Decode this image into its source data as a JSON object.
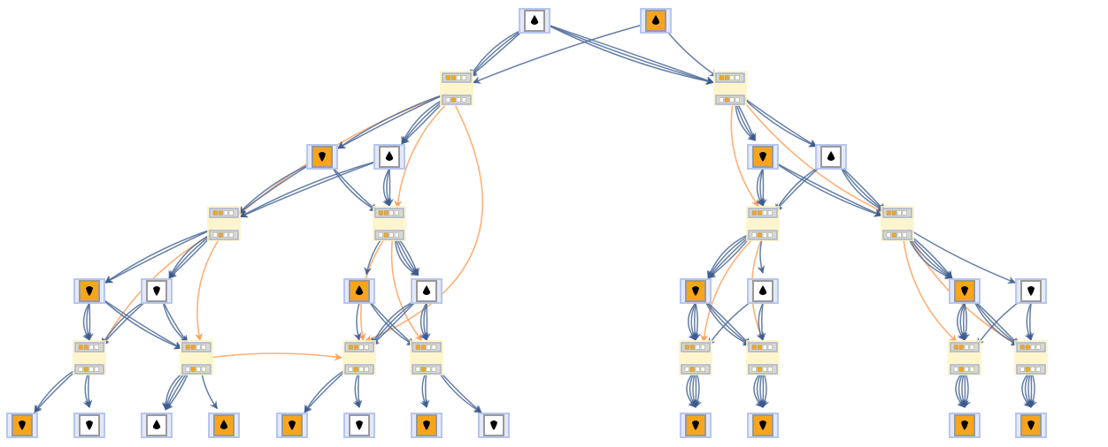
{
  "colors": {
    "state_edge": "#4a6898",
    "event_edge": "#ffa25e",
    "state_frame": "#b7c6ee",
    "state_border": "#9a9a9a",
    "event_bg": "#fff3c4",
    "orange": "#f7a51d",
    "white": "#ffffff",
    "drop": "#000000"
  },
  "states": [
    {
      "id": "s0",
      "fill": "white"
    },
    {
      "id": "s1",
      "fill": "orange"
    },
    {
      "id": "s2",
      "fill": "orange"
    },
    {
      "id": "s3",
      "fill": "white"
    },
    {
      "id": "s4",
      "fill": "orange"
    },
    {
      "id": "s5",
      "fill": "white"
    },
    {
      "id": "s6",
      "fill": "orange"
    },
    {
      "id": "s7",
      "fill": "white"
    },
    {
      "id": "s8",
      "fill": "orange"
    },
    {
      "id": "s9",
      "fill": "white"
    },
    {
      "id": "s10",
      "fill": "orange"
    },
    {
      "id": "s11",
      "fill": "white"
    },
    {
      "id": "s12",
      "fill": "orange"
    },
    {
      "id": "s13",
      "fill": "white"
    },
    {
      "id": "s14",
      "fill": "orange"
    },
    {
      "id": "s15",
      "fill": "white"
    },
    {
      "id": "s16",
      "fill": "white"
    },
    {
      "id": "s17",
      "fill": "orange"
    },
    {
      "id": "s18",
      "fill": "orange"
    },
    {
      "id": "s19",
      "fill": "white"
    },
    {
      "id": "s20",
      "fill": "orange"
    },
    {
      "id": "s21",
      "fill": "white"
    },
    {
      "id": "s22",
      "fill": "orange"
    },
    {
      "id": "s23",
      "fill": "orange"
    },
    {
      "id": "s24",
      "fill": "orange"
    },
    {
      "id": "s25",
      "fill": "orange"
    }
  ],
  "events": [
    {
      "id": "e0"
    },
    {
      "id": "e1"
    },
    {
      "id": "e2"
    },
    {
      "id": "e3"
    },
    {
      "id": "e4"
    },
    {
      "id": "e5"
    },
    {
      "id": "e6"
    },
    {
      "id": "e7"
    },
    {
      "id": "e8"
    },
    {
      "id": "e9"
    },
    {
      "id": "e10"
    },
    {
      "id": "e11"
    },
    {
      "id": "e12"
    },
    {
      "id": "e13"
    }
  ],
  "state_edges": [
    [
      "s0",
      "e0",
      3
    ],
    [
      "s1",
      "e0",
      1
    ],
    [
      "s0",
      "e1",
      3
    ],
    [
      "s1",
      "e1",
      1
    ],
    [
      "e0",
      "s2",
      2
    ],
    [
      "e0",
      "s3",
      3
    ],
    [
      "e1",
      "s4",
      3
    ],
    [
      "e1",
      "s5",
      2
    ],
    [
      "s2",
      "e2",
      2
    ],
    [
      "s2",
      "e3",
      2
    ],
    [
      "s3",
      "e2",
      2
    ],
    [
      "s3",
      "e3",
      3
    ],
    [
      "s4",
      "e4",
      3
    ],
    [
      "s4",
      "e5",
      2
    ],
    [
      "s5",
      "e4",
      2
    ],
    [
      "s5",
      "e5",
      3
    ],
    [
      "e2",
      "s6",
      2
    ],
    [
      "e2",
      "s7",
      3
    ],
    [
      "e3",
      "s8",
      1
    ],
    [
      "e3",
      "s9",
      4
    ],
    [
      "e4",
      "s10",
      4
    ],
    [
      "e4",
      "s11",
      1
    ],
    [
      "e5",
      "s12",
      4
    ],
    [
      "e5",
      "s13",
      1
    ],
    [
      "s6",
      "e6",
      3
    ],
    [
      "s6",
      "e7",
      2
    ],
    [
      "s7",
      "e6",
      2
    ],
    [
      "s7",
      "e7",
      2
    ],
    [
      "s8",
      "e8",
      1
    ],
    [
      "s8",
      "e9",
      2
    ],
    [
      "s9",
      "e8",
      3
    ],
    [
      "s9",
      "e9",
      3
    ],
    [
      "s10",
      "e10",
      4
    ],
    [
      "s10",
      "e11",
      3
    ],
    [
      "s11",
      "e10",
      1
    ],
    [
      "s11",
      "e11",
      2
    ],
    [
      "s12",
      "e12",
      4
    ],
    [
      "s12",
      "e13",
      3
    ],
    [
      "s13",
      "e12",
      1
    ],
    [
      "s13",
      "e13",
      2
    ],
    [
      "e6",
      "s14",
      2
    ],
    [
      "e6",
      "s15",
      2
    ],
    [
      "e7",
      "s16",
      4
    ],
    [
      "e7",
      "s17",
      1
    ],
    [
      "e8",
      "s18",
      2
    ],
    [
      "e8",
      "s19",
      2
    ],
    [
      "e9",
      "s20",
      2
    ],
    [
      "e9",
      "s21",
      2
    ],
    [
      "e10",
      "s22",
      5
    ],
    [
      "e11",
      "s23",
      5
    ],
    [
      "e12",
      "s24",
      5
    ],
    [
      "e13",
      "s25",
      5
    ]
  ],
  "event_edges": [
    [
      "e0",
      "e2"
    ],
    [
      "e0",
      "e3"
    ],
    [
      "e0",
      "e8"
    ],
    [
      "e1",
      "e4"
    ],
    [
      "e1",
      "e5"
    ],
    [
      "e2",
      "e6"
    ],
    [
      "e2",
      "e7"
    ],
    [
      "e3",
      "e8"
    ],
    [
      "e3",
      "e9"
    ],
    [
      "e4",
      "e10"
    ],
    [
      "e4",
      "e11"
    ],
    [
      "e5",
      "e12"
    ],
    [
      "e5",
      "e13"
    ],
    [
      "e7",
      "e8"
    ]
  ]
}
